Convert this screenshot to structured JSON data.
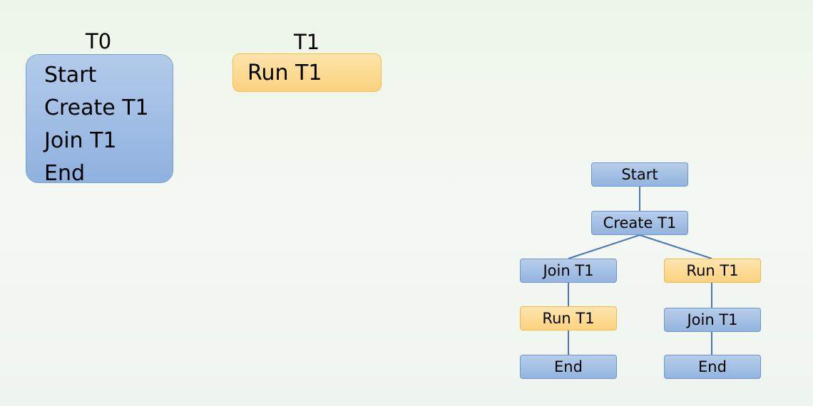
{
  "threads": {
    "t0": {
      "label": "T0",
      "steps": [
        "Start",
        "Create T1",
        "Join T1",
        "End"
      ]
    },
    "t1": {
      "label": "T1",
      "steps": [
        "Run T1"
      ]
    }
  },
  "tree": {
    "root": "Start",
    "create": "Create T1",
    "left_branch": [
      "Join T1",
      "Run T1",
      "End"
    ],
    "right_branch": [
      "Run T1",
      "Join T1",
      "End"
    ]
  },
  "colors": {
    "main_thread": "#93b4df",
    "spawned_thread": "#fcd27f",
    "connector": "#4a76b8"
  }
}
